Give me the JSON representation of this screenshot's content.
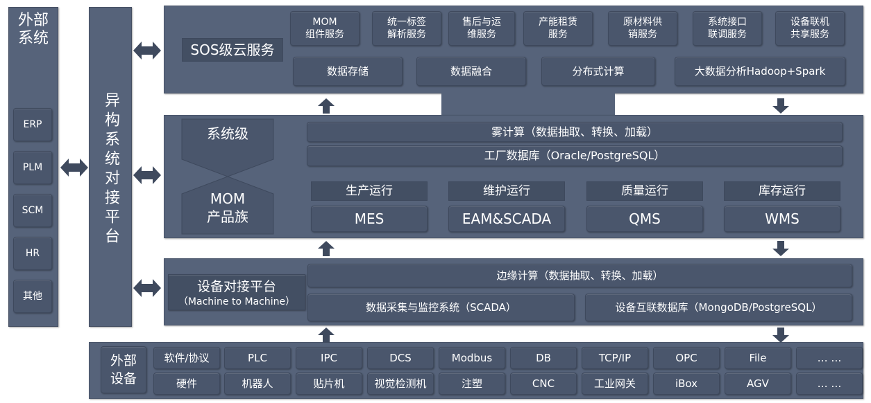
{
  "external_systems": {
    "title": "外部\n系统",
    "items": [
      "ERP",
      "PLM",
      "SCM",
      "HR",
      "其他"
    ]
  },
  "heterogeneous_platform": {
    "title": "异构系统对接平台"
  },
  "sos_cloud": {
    "title": "SOS级云服务",
    "services": [
      "MOM\n组件服务",
      "统一标签\n解析服务",
      "售后与运\n维服务",
      "产能租赁\n服务",
      "原材料供\n销服务",
      "系统接口\n联调服务",
      "设备联机\n共享服务"
    ],
    "bottom": [
      "数据存储",
      "数据融合",
      "分布式计算",
      "大数据分析Hadoop+Spark"
    ]
  },
  "system_level": {
    "top_label": "系统级",
    "bottom_label": "MOM\n产品族",
    "fog": "雾计算（数据抽取、转换、加载）",
    "factory_db": "工厂数据库（Oracle/PostgreSQL）",
    "operations": [
      {
        "label": "生产运行",
        "system": "MES"
      },
      {
        "label": "维护运行",
        "system": "EAM&SCADA"
      },
      {
        "label": "质量运行",
        "system": "QMS"
      },
      {
        "label": "库存运行",
        "system": "WMS"
      }
    ]
  },
  "device_platform": {
    "title": "设备对接平台",
    "subtitle": "（Machine to Machine）",
    "edge": "边缘计算（数据抽取、转换、加载）",
    "scada": "数据采集与监控系统（SCADA）",
    "device_db": "设备互联数据库（MongoDB/PostgreSQL）"
  },
  "external_devices": {
    "title": "外部\n设备",
    "row1": [
      "软件/协议",
      "PLC",
      "IPC",
      "DCS",
      "Modbus",
      "DB",
      "TCP/IP",
      "OPC",
      "File",
      "… …"
    ],
    "row2": [
      "硬件",
      "机器人",
      "贴片机",
      "视觉检测机",
      "注塑",
      "CNC",
      "工业网关",
      "iBox",
      "AGV",
      "… …"
    ]
  },
  "colors": {
    "panel": "#56637a",
    "box": "#4a566c",
    "arrow": "#3f4a5e"
  }
}
